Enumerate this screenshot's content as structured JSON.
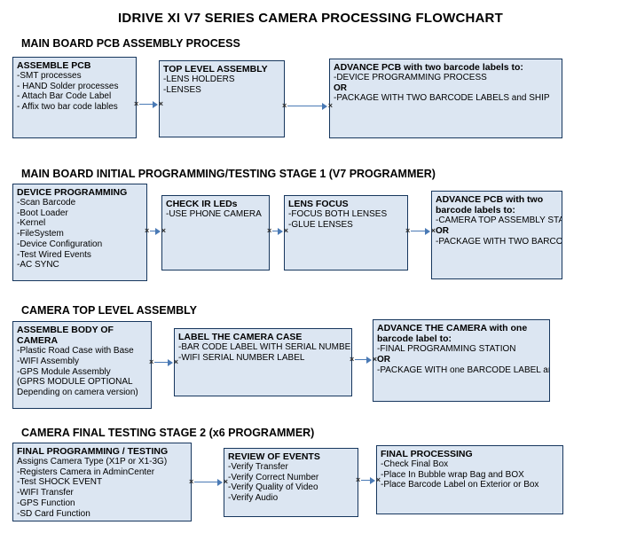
{
  "title": "IDRIVE XI V7 SERIES CAMERA PROCESSING FLOWCHART",
  "icons": {
    "connector_mark": "×"
  },
  "colors": {
    "box_fill": "#dce6f2",
    "box_border": "#17375e",
    "arrow": "#4a7ab5",
    "text": "#000000"
  },
  "sections": [
    {
      "heading": "MAIN BOARD PCB ASSEMBLY PROCESS",
      "boxes": [
        {
          "title": "ASSEMBLE PCB",
          "lines": [
            "-SMT processes",
            "- HAND Solder processes",
            "- Attach Bar Code Label",
            "- Affix two bar code lables"
          ]
        },
        {
          "title": "TOP LEVEL ASSEMBLY",
          "lines": [
            "-LENS HOLDERS",
            "-LENSES"
          ]
        },
        {
          "title": "ADVANCE PCB with two barcode labels to:",
          "lines": [
            "-DEVICE PROGRAMMING PROCESS",
            {
              "text": "OR",
              "bold": true
            },
            "-PACKAGE WITH TWO BARCODE LABELS and SHIP"
          ]
        }
      ]
    },
    {
      "heading": "MAIN BOARD INITIAL PROGRAMMING/TESTING STAGE 1 (V7 PROGRAMMER)",
      "boxes": [
        {
          "title": "DEVICE PROGRAMMING",
          "lines": [
            "-Scan Barcode",
            "-Boot Loader",
            "-Kernel",
            "-FileSystem",
            "-Device Configuration",
            "-Test Wired Events",
            "-AC SYNC"
          ]
        },
        {
          "title": "CHECK IR LEDs",
          "lines": [
            "-USE PHONE CAMERA"
          ]
        },
        {
          "title": "LENS FOCUS",
          "lines": [
            "-FOCUS BOTH LENSES",
            "-GLUE LENSES"
          ]
        },
        {
          "title": "ADVANCE PCB with two barcode labels to:",
          "lines": [
            "-CAMERA TOP ASSEMBLY STATION",
            {
              "text": "OR",
              "bold": true
            },
            "-PACKAGE WITH TWO BARCODE LABELS and SHIP"
          ]
        }
      ]
    },
    {
      "heading": "CAMERA TOP LEVEL ASSEMBLY",
      "boxes": [
        {
          "title": "ASSEMBLE BODY OF CAMERA",
          "lines": [
            "-Plastic Road Case with Base",
            "-WIFI Assembly",
            "-GPS Module Assembly",
            "(GPRS MODULE OPTIONAL",
            "Depending on camera version)"
          ]
        },
        {
          "title": "LABEL THE CAMERA CASE",
          "lines": [
            "-BAR CODE LABEL WITH SERIAL NUMBER",
            "-WIFI SERIAL NUMBER LABEL"
          ]
        },
        {
          "title": "ADVANCE THE CAMERA with one barcode label to:",
          "lines": [
            "-FINAL PROGRAMMING STATION",
            {
              "text": "OR",
              "bold": true
            },
            "-PACKAGE WITH one BARCODE LABEL and SHIP"
          ]
        }
      ]
    },
    {
      "heading": "CAMERA FINAL TESTING STAGE 2 (x6 PROGRAMMER)",
      "boxes": [
        {
          "title": "FINAL PROGRAMMING / TESTING",
          "lines": [
            "Assigns Camera Type (X1P or X1-3G)",
            "-Registers Camera in AdminCenter",
            "-Test SHOCK EVENT",
            "-WIFI Transfer",
            "-GPS Function",
            "-SD Card Function"
          ]
        },
        {
          "title": "REVIEW OF EVENTS",
          "lines": [
            "-Verify Transfer",
            "-Verify Correct Number",
            "-Verify Quality of Video",
            "-Verify Audio"
          ]
        },
        {
          "title": "FINAL PROCESSING",
          "lines": [
            "-Check Final Box",
            "-Place In Bubble wrap Bag and BOX",
            "-Place Barcode Label on Exterior or Box"
          ]
        }
      ]
    }
  ]
}
